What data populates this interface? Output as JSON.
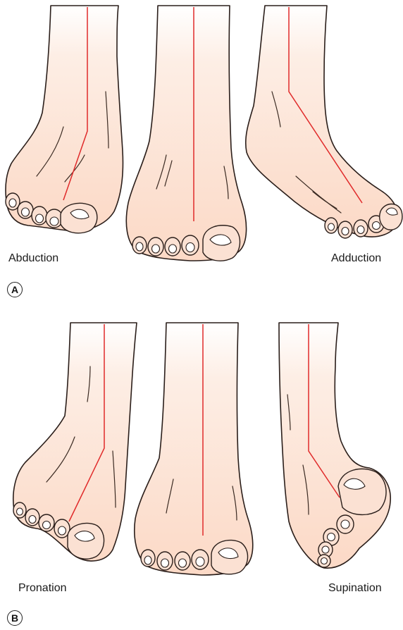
{
  "panels": [
    {
      "id": "A",
      "captions": {
        "left": "Abduction",
        "right": "Adduction"
      }
    },
    {
      "id": "B",
      "captions": {
        "left": "Pronation",
        "right": "Supination"
      }
    }
  ],
  "colors": {
    "skin_top": "#ffffff",
    "skin_bottom": "#fcd9c6",
    "outline": "#2a1e1a",
    "axis_line": "#e02a2a"
  }
}
